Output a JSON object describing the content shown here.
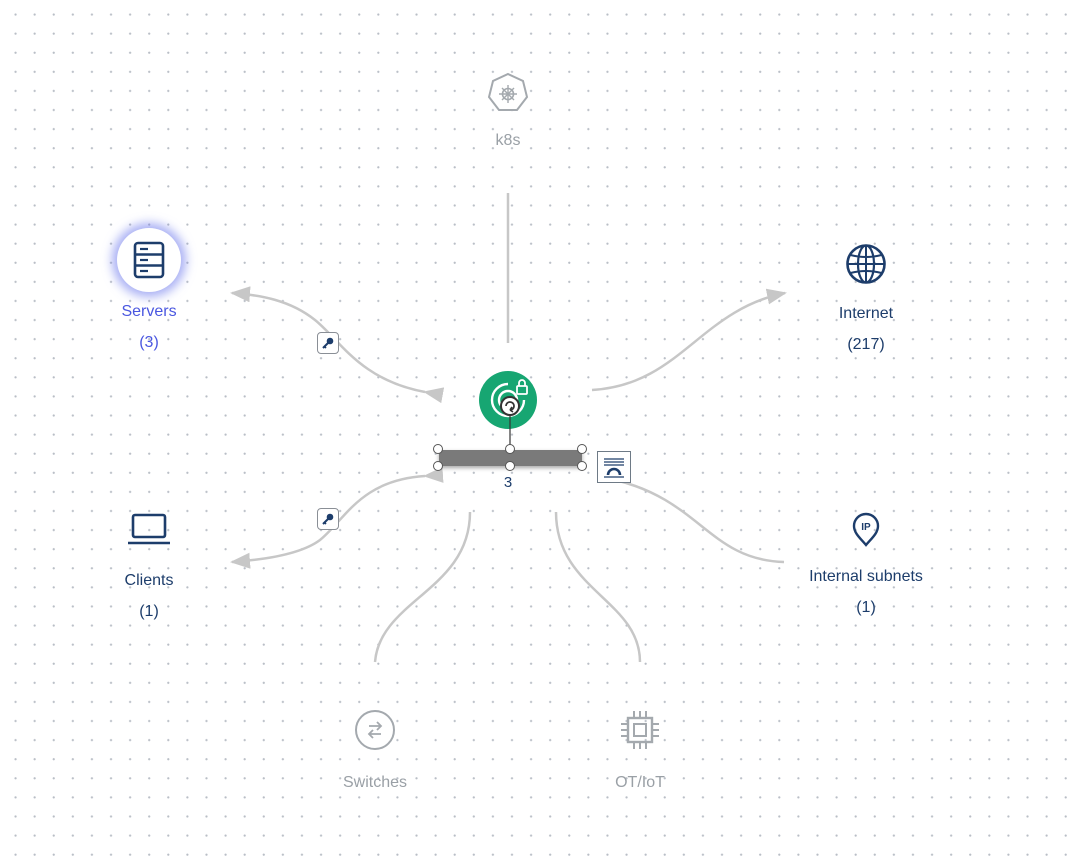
{
  "nodes": {
    "k8s": {
      "label": "k8s",
      "icon": "kubernetes-icon"
    },
    "servers": {
      "label": "Servers",
      "count": "(3)",
      "icon": "server-icon"
    },
    "internet": {
      "label": "Internet",
      "count": "(217)",
      "icon": "globe-icon"
    },
    "clients": {
      "label": "Clients",
      "count": "(1)",
      "icon": "laptop-icon"
    },
    "internal_subnets": {
      "label": "Internal subnets",
      "count": "(1)",
      "icon": "ip-pin-icon"
    },
    "switches": {
      "label": "Switches",
      "icon": "switch-icon"
    },
    "ot_iot": {
      "label": "OT/IoT",
      "icon": "chip-icon"
    }
  },
  "center": {
    "count": "3",
    "icon": "secure-gateway-icon"
  },
  "colors": {
    "dark_text": "#1d3d6b",
    "faded_text": "#9aa0a6",
    "selected_text": "#4a57e0",
    "center_green": "#17a672",
    "edge": "#c7c7c7"
  }
}
